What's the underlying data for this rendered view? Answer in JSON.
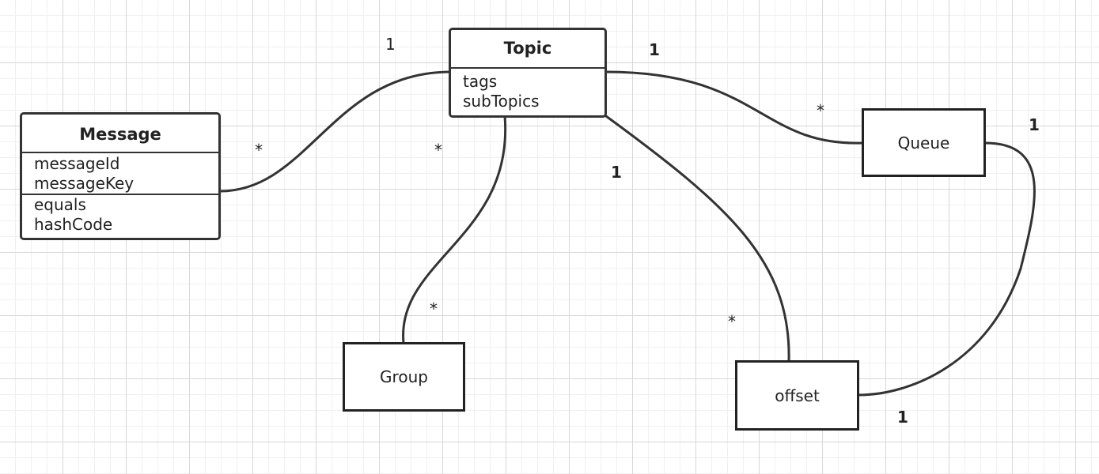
{
  "classes": {
    "topic": {
      "name": "Topic",
      "attributes": [
        "tags",
        "subTopics"
      ]
    },
    "message": {
      "name": "Message",
      "attributes": [
        "messageId",
        "messageKey"
      ],
      "methods": [
        "equals",
        "hashCode"
      ]
    }
  },
  "boxes": {
    "queue": "Queue",
    "group": "Group",
    "offset": "offset"
  },
  "multiplicities": {
    "topic_message": "1",
    "message_topic": "*",
    "topic_queue": "1",
    "queue_topic": "*",
    "queue_offset": "1",
    "topic_group": "*",
    "group_topic": "*",
    "topic_offset": "1",
    "offset_topic": "*",
    "offset_queue": "1"
  }
}
